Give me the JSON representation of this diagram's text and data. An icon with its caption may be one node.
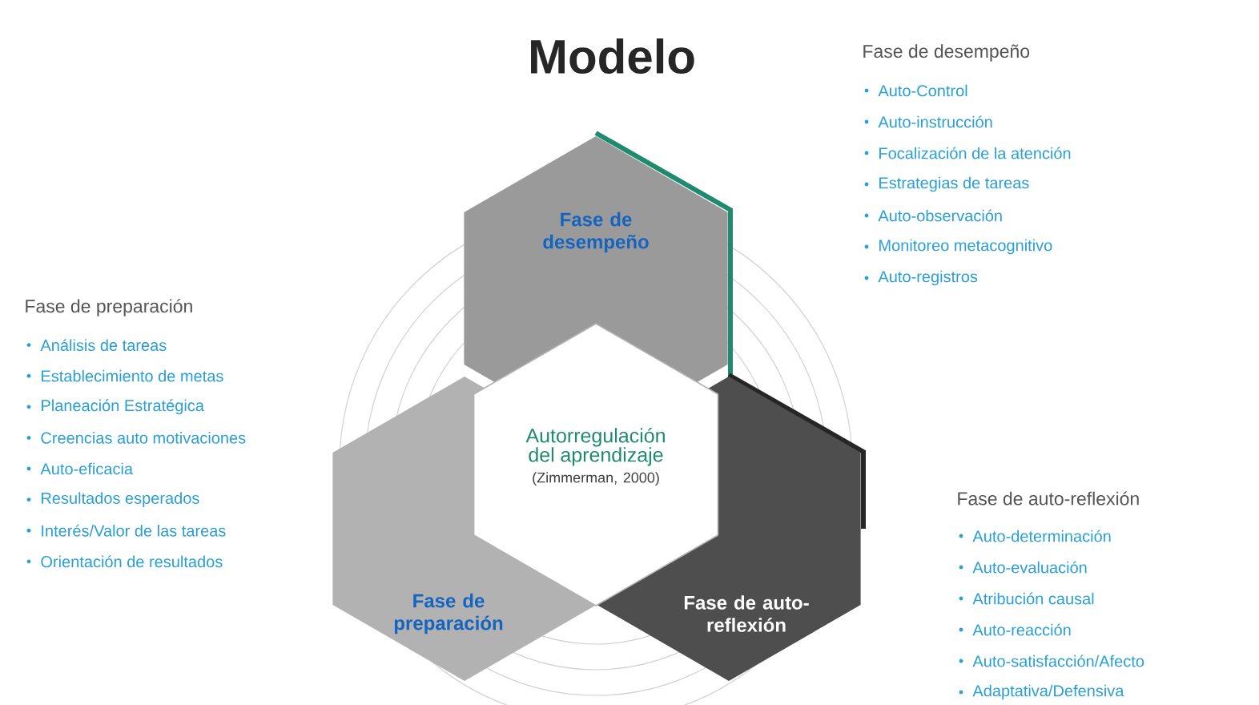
{
  "diagram": {
    "title": "Modelo",
    "nodes": [
      {
        "text": [
          "Fase de desempeño"
        ]
      },
      {
        "text": [
          "Fase de preparación"
        ]
      },
      {
        "text": [
          "Fase de auto-reflexión"
        ]
      },
      {
        "text": [
          "Autorregulación del aprendizaje",
          "(Zimmerman, 2000)"
        ]
      }
    ],
    "labels": [
      "Fase de desempeño",
      "Auto-Control",
      "Auto-instrucción",
      "Focalización de la atención",
      "Estrategias de tareas",
      "Auto-observación",
      "Monitoreo metacognitivo",
      "Auto-registros",
      "Fase de preparación",
      "Análisis de tareas",
      "Establecimiento de metas",
      "Planeación Estratégica",
      "Creencias auto motivaciones",
      "Auto-eficacia",
      "Resultados esperados",
      "Interés/Valor de las tareas",
      "Orientación de resultados",
      "Fase de auto-reflexión",
      "Auto-determinación",
      "Auto-evaluación",
      "Atribución causal",
      "Auto-reacción",
      "Auto-satisfacción/Afecto",
      "Adaptativa/Defensiva"
    ]
  }
}
